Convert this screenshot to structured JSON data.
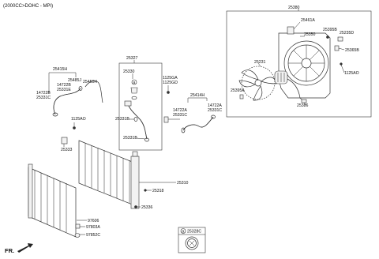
{
  "header": {
    "spec": "(2000CC>DOHC - MPI)"
  },
  "footer": {
    "direction": "FR."
  },
  "labels": {
    "l25380": "25380",
    "l25461A": "25461A",
    "l25350": "25350",
    "l25395B": "25395B",
    "l25235D": "25235D",
    "l25365B": "25365B",
    "l25231": "25231",
    "l1125AO_r": "1125AO",
    "l25395A": "25395A",
    "l25386": "25386",
    "l25327": "25327",
    "l25330": "25330",
    "l1125GA": "1125GA",
    "l1125GD": "1125GD",
    "l25331B_a": "25331B",
    "l25331B_b": "25331B",
    "l25414H": "25414H",
    "l14722A_a": "14722A",
    "l25331C_a": "25331C",
    "l14722A_b": "14722A",
    "l25331C_b": "25331C",
    "l25415H": "25415H",
    "l25485J": "25485J",
    "l25450H": "25450H",
    "l14722B_a": "14722B",
    "l25331E": "25331E",
    "l14722B_b": "14722B",
    "l25331C_c": "25331C",
    "l1125AO_l": "1125AO",
    "l25333": "25333",
    "l25310": "25310",
    "l25318": "25318",
    "l25336": "25336",
    "l97606": "97606",
    "l97803A": "97803A",
    "l97852C": "97852C",
    "l25328C": "25328C",
    "circle_a1": "a",
    "circle_a2": "a"
  }
}
